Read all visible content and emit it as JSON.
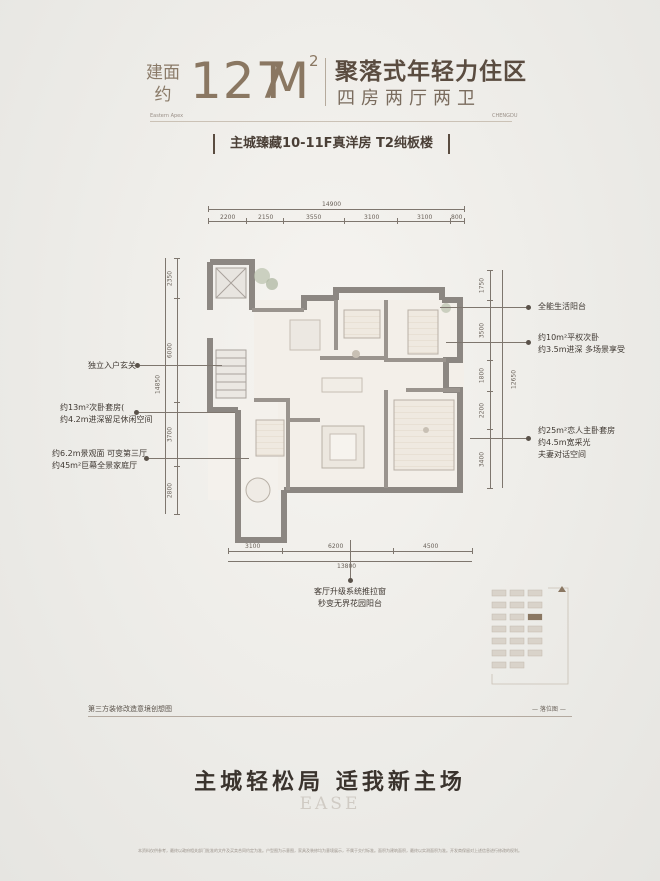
{
  "header": {
    "area_prefix": "建面约",
    "area_value": "127",
    "area_unit": "M",
    "area_sup": "2",
    "slogan_main": "聚落式年轻力住区",
    "slogan_sub": "四房两厅两卫",
    "tiny_left": "Eastern Apex",
    "tiny_right": "CHENGDU",
    "subtitle": "主城臻藏10-11F真洋房 T2纯板楼"
  },
  "dimensions": {
    "top_total": "14900",
    "top_segments": [
      "2200",
      "2150",
      "3550",
      "3100",
      "3100",
      "800"
    ],
    "left_total": "14850",
    "left_segments": [
      "2350",
      "6000",
      "3700",
      "2800"
    ],
    "right_total": "12650",
    "right_segments": [
      "1750",
      "3500",
      "1800",
      "2200",
      "3400"
    ],
    "bottom_segments": [
      "3100",
      "6200",
      "4500"
    ],
    "bottom_total": "13800"
  },
  "callouts_right": [
    {
      "lines": [
        "全能生活阳台"
      ]
    },
    {
      "lines": [
        "约10m²平权次卧",
        "约3.5m进深 多场景享受"
      ]
    },
    {
      "lines": [
        "约25m²恋人主卧套房",
        "约4.5m宽采光",
        "夫妻对话空间"
      ]
    }
  ],
  "callouts_left": [
    {
      "lines": [
        "独立入户玄关"
      ]
    },
    {
      "lines": [
        "约13m²次卧套房(",
        "约4.2m进深留足休闲空间"
      ]
    },
    {
      "lines": [
        "约6.2m景观面 可变第三厅",
        "约45m²巨幕全景家庭厅"
      ]
    }
  ],
  "callout_bottom": {
    "lines": [
      "客厅升级系统推拉窗",
      "秒变无界花园阳台"
    ]
  },
  "note": "第三方装修改造意境创想图",
  "location_label": "— 落位图 —",
  "bottom_slogan": "主城轻松局  适我新主场",
  "brand": "EASE",
  "disclaimer": "本资料仅供参考，最终以政府相关部门批准的文件及买卖合同约定为准。户型图为示意图，家具及装修均为意境展示，不属于交付标准。面积为建筑面积，最终以实测面积为准。开发商保留对上述信息进行修改的权利。",
  "colors": {
    "accent": "#8a7762",
    "line": "#7e766e",
    "wall": "#8c8782"
  }
}
